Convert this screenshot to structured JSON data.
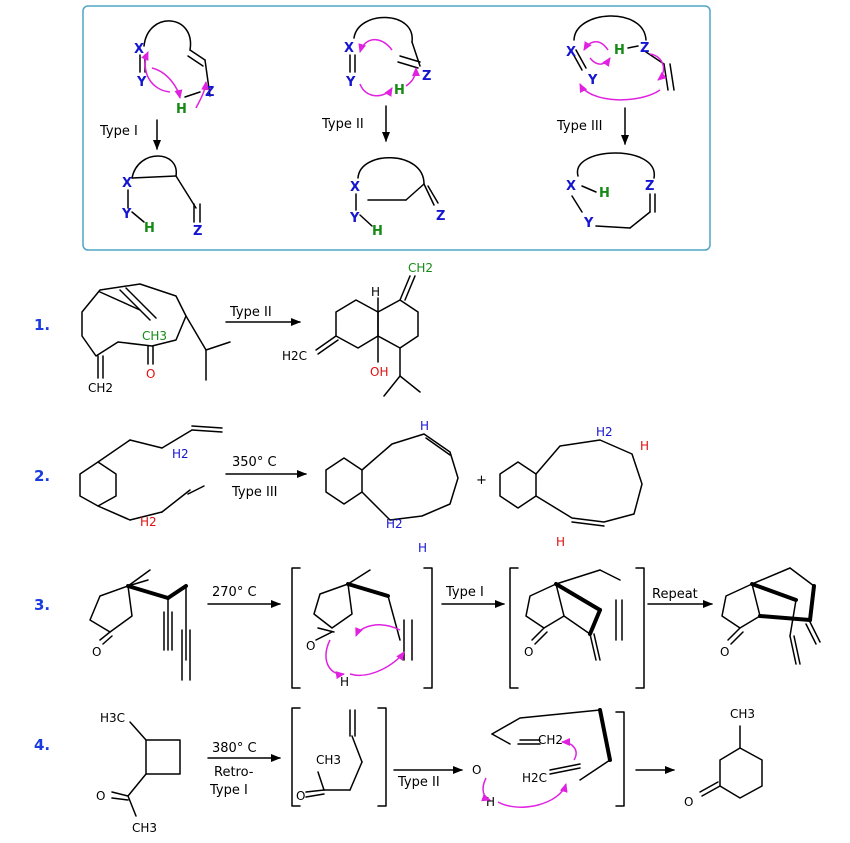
{
  "colors": {
    "frame": "#4fa6c4",
    "arrow_magenta": "#e022e0",
    "hetero_blue": "#1515d0",
    "hydrogen_green": "#158a15",
    "oxygen_red": "#e01010",
    "numbering_blue": "#1a3be0"
  },
  "box": {
    "type_i": {
      "label": "Type I",
      "atoms": {
        "x": "X",
        "y": "Y",
        "z": "Z",
        "h": "H"
      }
    },
    "type_ii": {
      "label": "Type II",
      "atoms": {
        "x": "X",
        "y": "Y",
        "z": "Z",
        "h": "H"
      }
    },
    "type_iii": {
      "label": "Type III",
      "atoms": {
        "x": "X",
        "y": "Y",
        "z": "Z",
        "h": "H"
      }
    }
  },
  "examples": [
    {
      "number": "1.",
      "arrow_label": "Type II",
      "reactant": {
        "ch3": "CH3",
        "ch2": "CH2",
        "o": "O"
      },
      "product": {
        "ch2_top": "CH2",
        "h2c_left": "H2C",
        "oh": "OH",
        "h": "H"
      }
    },
    {
      "number": "2.",
      "arrow_label_top": "350° C",
      "arrow_label_bottom": "Type III",
      "reactant": {
        "h2_top": "H2",
        "h2_bottom": "H2"
      },
      "product_a": {
        "h_top": "H",
        "h2": "H2",
        "h_bottom": "H"
      },
      "plus": "+",
      "product_b": {
        "h2": "H2",
        "h_right": "H",
        "h_bottom": "H"
      }
    },
    {
      "number": "3.",
      "arrow1_label": "270° C",
      "arrow2_label": "Type I",
      "arrow3_label": "Repeat",
      "atoms": {
        "o": "O",
        "h": "H"
      }
    },
    {
      "number": "4.",
      "reactant": {
        "h3c": "H3C",
        "o": "O",
        "ch3": "CH3"
      },
      "arrow1_label_top": "380° C",
      "arrow1_label_mid": "Retro-",
      "arrow1_label_bottom": "Type I",
      "intermediate": {
        "ch3": "CH3",
        "o": "O"
      },
      "arrow2_label": "Type II",
      "ts": {
        "o": "O",
        "h": "H",
        "ch2": "CH2",
        "h2c": "H2C"
      },
      "product": {
        "ch3": "CH3",
        "o": "O"
      }
    }
  ]
}
